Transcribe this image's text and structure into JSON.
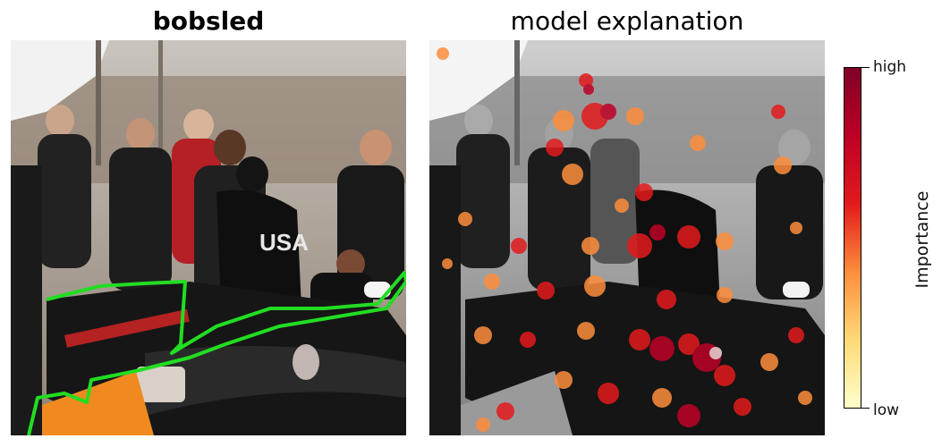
{
  "left_panel": {
    "title": "bobsled",
    "jersey_text": "USA"
  },
  "right_panel": {
    "title": "model explanation"
  },
  "colorbar": {
    "title": "Importance",
    "high_label": "high",
    "low_label": "low",
    "colors": [
      "#ffffcc",
      "#fed976",
      "#fd8d3c",
      "#e31a1c",
      "#bd0026",
      "#800026"
    ]
  },
  "highlight_color": "#22dd22"
}
